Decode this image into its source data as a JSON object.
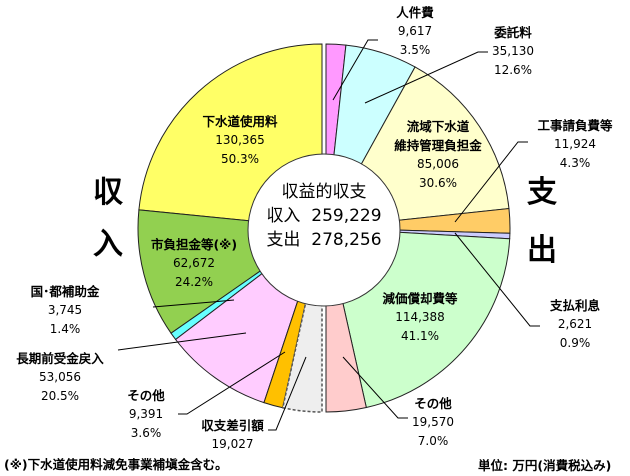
{
  "chart_data": {
    "type": "pie",
    "title": "収益的収支",
    "center": {
      "title": "収益的収支",
      "income_label": "収入",
      "income_value": "259,229",
      "expense_label": "支出",
      "expense_value": "278,256"
    },
    "side_labels": {
      "income": [
        "収",
        "入"
      ],
      "expense": [
        "支",
        "出"
      ]
    },
    "unit": "単位: 万円(消費税込み)",
    "footnote": "(※)下水道使用料減免事業補塡金含む。",
    "income": [
      {
        "name": "下水道使用料",
        "value": 130365,
        "value_label": "130,365",
        "pct": "50.3%",
        "color": "#FFFF66"
      },
      {
        "name": "市負担金等(※)",
        "value": 62672,
        "value_label": "62,672",
        "pct": "24.2%",
        "color": "#92D050"
      },
      {
        "name": "国･都補助金",
        "value": 3745,
        "value_label": "3,745",
        "pct": "1.4%",
        "color": "#66FFFF"
      },
      {
        "name": "長期前受金戻入",
        "value": 53056,
        "value_label": "53,056",
        "pct": "20.5%",
        "color": "#FFCCFF"
      },
      {
        "name": "その他",
        "value": 9391,
        "value_label": "9,391",
        "pct": "3.6%",
        "color": "#FFC000"
      },
      {
        "name": "収支差引額",
        "value": 19027,
        "value_label": "19,027",
        "pct": "",
        "color": "#EEEEEE",
        "dashed": true
      }
    ],
    "expense": [
      {
        "name": "人件費",
        "value": 9617,
        "value_label": "9,617",
        "pct": "3.5%",
        "color": "#FF99FF"
      },
      {
        "name": "委託料",
        "value": 35130,
        "value_label": "35,130",
        "pct": "12.6%",
        "color": "#CCFFFF"
      },
      {
        "name": "流域下水道維持管理負担金",
        "value": 85006,
        "value_label": "85,006",
        "pct": "30.6%",
        "color": "#FFFFCC"
      },
      {
        "name": "工事請負費等",
        "value": 11924,
        "value_label": "11,924",
        "pct": "4.3%",
        "color": "#FFCC66"
      },
      {
        "name": "支払利息",
        "value": 2621,
        "value_label": "2,621",
        "pct": "0.9%",
        "color": "#CCCCFF"
      },
      {
        "name": "減価償却費等",
        "value": 114388,
        "value_label": "114,388",
        "pct": "41.1%",
        "color": "#CCFFCC"
      },
      {
        "name": "その他",
        "value": 19570,
        "value_label": "19,570",
        "pct": "7.0%",
        "color": "#FFCCCC"
      }
    ]
  },
  "labels": {
    "inc0": {
      "name": "下水道使用料",
      "value": "130,365",
      "pct": "50.3%"
    },
    "inc1": {
      "name": "市負担金等(※)",
      "value": "62,672",
      "pct": "24.2%"
    },
    "inc2": {
      "name": "国･都補助金",
      "value": "3,745",
      "pct": "1.4%"
    },
    "inc3": {
      "name": "長期前受金戻入",
      "value": "53,056",
      "pct": "20.5%"
    },
    "inc4": {
      "name": "その他",
      "value": "9,391",
      "pct": "3.6%"
    },
    "inc5": {
      "name": "収支差引額",
      "value": "19,027"
    },
    "exp0": {
      "name": "人件費",
      "value": "9,617",
      "pct": "3.5%"
    },
    "exp1": {
      "name": "委託料",
      "value": "35,130",
      "pct": "12.6%"
    },
    "exp2": {
      "name1": "流域下水道",
      "name2": "維持管理負担金",
      "value": "85,006",
      "pct": "30.6%"
    },
    "exp3": {
      "name": "工事請負費等",
      "value": "11,924",
      "pct": "4.3%"
    },
    "exp4": {
      "name": "支払利息",
      "value": "2,621",
      "pct": "0.9%"
    },
    "exp5": {
      "name": "減価償却費等",
      "value": "114,388",
      "pct": "41.1%"
    },
    "exp6": {
      "name": "その他",
      "value": "19,570",
      "pct": "7.0%"
    }
  }
}
